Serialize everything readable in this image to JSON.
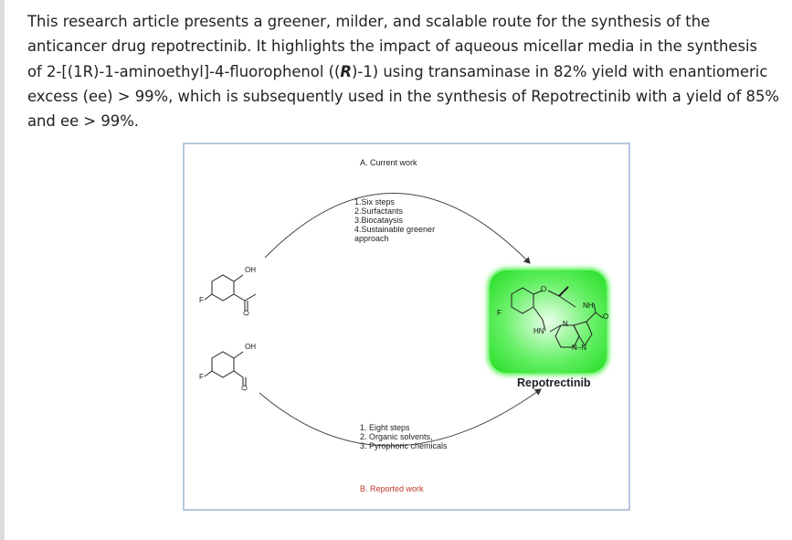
{
  "abstract": {
    "line1": "This research article presents a greener, milder, and scalable route for the synthesis of the",
    "line2": "anticancer drug repotrectinib. It highlights the impact of aqueous micellar media in the synthesis",
    "line3_pre": "of 2-[(1R)-1-aminoethyl]-4-fluorophenol ((",
    "line3_bold": "R",
    "line3_post": ")-1) using transaminase in 82% yield with enantiomeric",
    "line4": "excess (ee) > 99%, which is subsequently used in the synthesis of Repotrectinib with a yield of 85%",
    "line5": "and ee > 99%."
  },
  "figure": {
    "current_title": "A. Current work",
    "current_steps": [
      "1.Six steps",
      "2.Surfactants",
      "3.Biocataysis",
      "4.Sustainable greener",
      "approach"
    ],
    "reported_title": "B. Reported work",
    "reported_steps": [
      "1. Eight steps",
      "2. Organic solvents,",
      "3. Pyrophoric chemicals"
    ],
    "product_name": "Repotrectinib",
    "atoms": {
      "oh": "OH",
      "f": "F",
      "o": "O",
      "nh": "NH",
      "hn": "HN",
      "n": "N",
      "nn": "N–N"
    },
    "colors": {
      "frame": "#b6c7df",
      "highlight": "#33ee33",
      "reported_title": "#c0392b"
    }
  }
}
